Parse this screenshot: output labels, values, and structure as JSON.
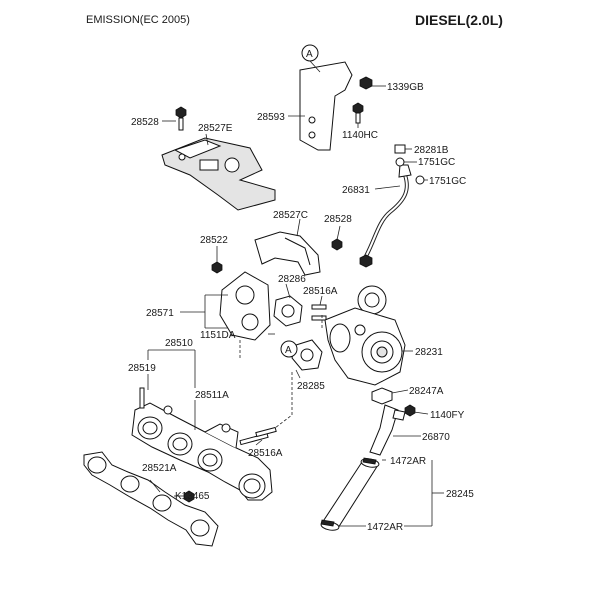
{
  "header": {
    "left": "EMISSION(EC 2005)",
    "right": "DIESEL(2.0L)"
  },
  "callouts": {
    "a1": "A",
    "a2": "A"
  },
  "parts": {
    "p1339GB": "1339GB",
    "p28593": "28593",
    "p1140HC": "1140HC",
    "p28528_top": "28528",
    "p28527E": "28527E",
    "p28281B": "28281B",
    "p1751GC_1": "1751GC",
    "p1751GC_2": "1751GC",
    "p26831": "26831",
    "p28527C": "28527C",
    "p28528_mid": "28528",
    "p28522": "28522",
    "p28286": "28286",
    "p28516A_top": "28516A",
    "p28571": "28571",
    "p1151DA": "1151DA",
    "p28510": "28510",
    "p28231": "28231",
    "p28519": "28519",
    "p28285": "28285",
    "p28247A": "28247A",
    "p28511A": "28511A",
    "p1140FY": "1140FY",
    "p26870": "26870",
    "p28516A_bot": "28516A",
    "p1472AR_top": "1472AR",
    "p28521A": "28521A",
    "p28245": "28245",
    "pK13465": "K13465",
    "p1472AR_bot": "1472AR"
  }
}
